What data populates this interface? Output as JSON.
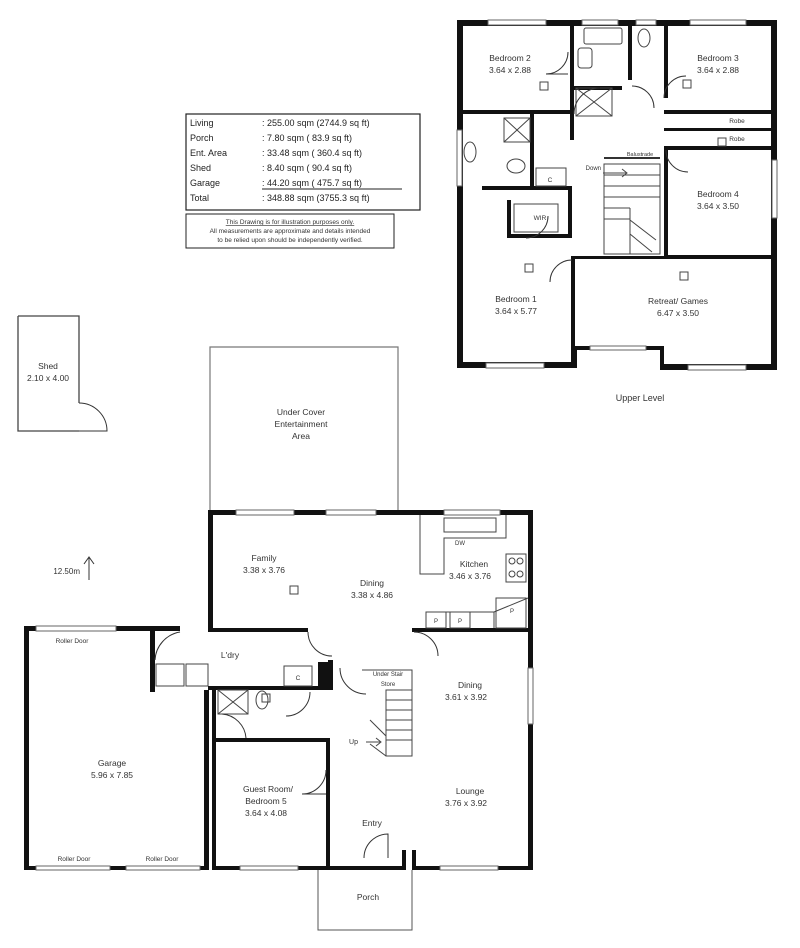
{
  "area_table": {
    "rows": [
      {
        "label": "Living",
        "value": ": 255.00 sqm (2744.9 sq ft)"
      },
      {
        "label": "Porch",
        "value": ":    7.80 sqm (  83.9 sq ft)"
      },
      {
        "label": "Ent. Area",
        "value": ":   33.48 sqm (  360.4 sq ft)"
      },
      {
        "label": "Shed",
        "value": ":    8.40 sqm (  90.4 sq ft)"
      },
      {
        "label": "Garage",
        "value": ":  44.20 sqm (  475.7 sq ft)"
      },
      {
        "label": "Total",
        "value": ": 348.88 sqm (3755.3 sq ft)"
      }
    ]
  },
  "disclaimer": {
    "line1": "This Drawing is for illustration purposes only.",
    "line2": "All measurements are approximate and details intended",
    "line3": "to be relied upon should be independently verified."
  },
  "upper": {
    "caption": "Upper Level",
    "bed2_name": "Bedroom 2",
    "bed2_dim": "3.64 x 2.88",
    "bed3_name": "Bedroom 3",
    "bed3_dim": "3.64 x 2.88",
    "bed4_name": "Bedroom 4",
    "bed4_dim": "3.64 x 3.50",
    "bed1_name": "Bedroom 1",
    "bed1_dim": "3.64 x 5.77",
    "retreat_name": "Retreat/ Games",
    "retreat_dim": "6.47 x 3.50",
    "robe1": "Robe",
    "robe2": "Robe",
    "c": "C",
    "wir": "WIR",
    "down": "Down",
    "balustrade": "Balustrade"
  },
  "shed": {
    "name": "Shed",
    "dim": "2.10 x 4.00"
  },
  "outdoor": {
    "line1": "Under Cover",
    "line2": "Entertainment",
    "line3": "Area"
  },
  "ground": {
    "family_name": "Family",
    "family_dim": "3.38 x 3.76",
    "dining1_name": "Dining",
    "dining1_dim": "3.38 x 4.86",
    "kitchen_name": "Kitchen",
    "kitchen_dim": "3.46 x 3.76",
    "dw": "DW",
    "p1": "P",
    "p2": "P",
    "p3": "P",
    "laundry": "L'dry",
    "c": "C",
    "understair_1": "Under Stair",
    "understair_2": "Store",
    "dining2_name": "Dining",
    "dining2_dim": "3.61 x 3.92",
    "up": "Up",
    "lounge_name": "Lounge",
    "lounge_dim": "3.76 x 3.92",
    "guest_name_1": "Guest Room/",
    "guest_name_2": "Bedroom 5",
    "guest_dim": "3.64 x 4.08",
    "entry": "Entry",
    "porch": "Porch",
    "garage_name": "Garage",
    "garage_dim": "5.96 x 7.85",
    "roller_top": "Roller Door",
    "roller_bl": "Roller Door",
    "roller_br": "Roller Door"
  },
  "north_scale": "12.50m"
}
